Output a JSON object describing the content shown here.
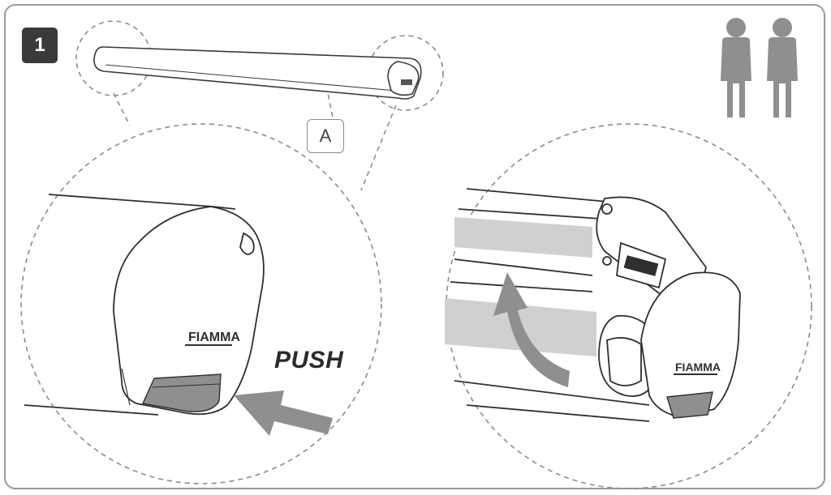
{
  "step": {
    "number": "1"
  },
  "callout": {
    "label": "A"
  },
  "instruction": {
    "action": "PUSH"
  },
  "brand": {
    "logo_text": "FIAMMA"
  },
  "people": {
    "count": 2,
    "icon": "two-person-icon"
  },
  "colors": {
    "line": "#3a3a3a",
    "dash": "#8c8c8c",
    "gray_fill": "#8f8f8f",
    "light_gray": "#d0d0d0",
    "badge": "#3a3a3a"
  }
}
